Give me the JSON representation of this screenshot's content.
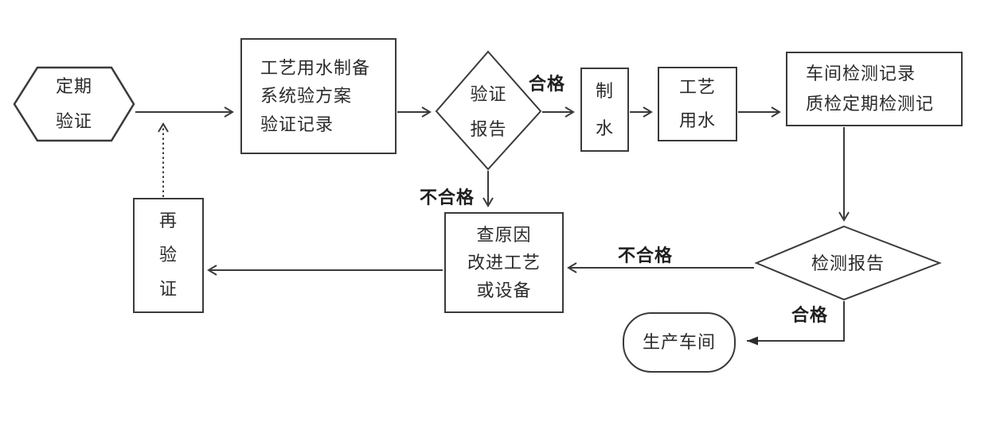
{
  "diagram": {
    "nodes": {
      "periodic_validation": {
        "text": "定期\n验证",
        "shape": "hexagon"
      },
      "plan": {
        "text": "工艺用水制备\n系统验方案\n验证记录",
        "shape": "rect"
      },
      "validation_report": {
        "text": "验证\n报告",
        "shape": "diamond"
      },
      "make_water": {
        "text": "制\n水",
        "shape": "rect"
      },
      "process_water": {
        "text": "工艺\n用水",
        "shape": "rect"
      },
      "test_records": {
        "text": "车间检测记录\n质检定期检测记",
        "shape": "rect"
      },
      "test_report": {
        "text": "检测报告",
        "shape": "diamond"
      },
      "production_workshop": {
        "text": "生产车间",
        "shape": "rounded-rect"
      },
      "find_cause": {
        "text": "查原因\n改进工艺\n或设备",
        "shape": "rect"
      },
      "revalidation": {
        "text": "再\n验\n证",
        "shape": "rect"
      }
    },
    "edge_labels": {
      "qualified_top": "合格",
      "unqualified_top": "不合格",
      "unqualified_right": "不合格",
      "qualified_bottom": "合格"
    },
    "colors": {
      "line": "#3a3a3a",
      "text": "#2b2b2b",
      "background": "#ffffff"
    }
  }
}
